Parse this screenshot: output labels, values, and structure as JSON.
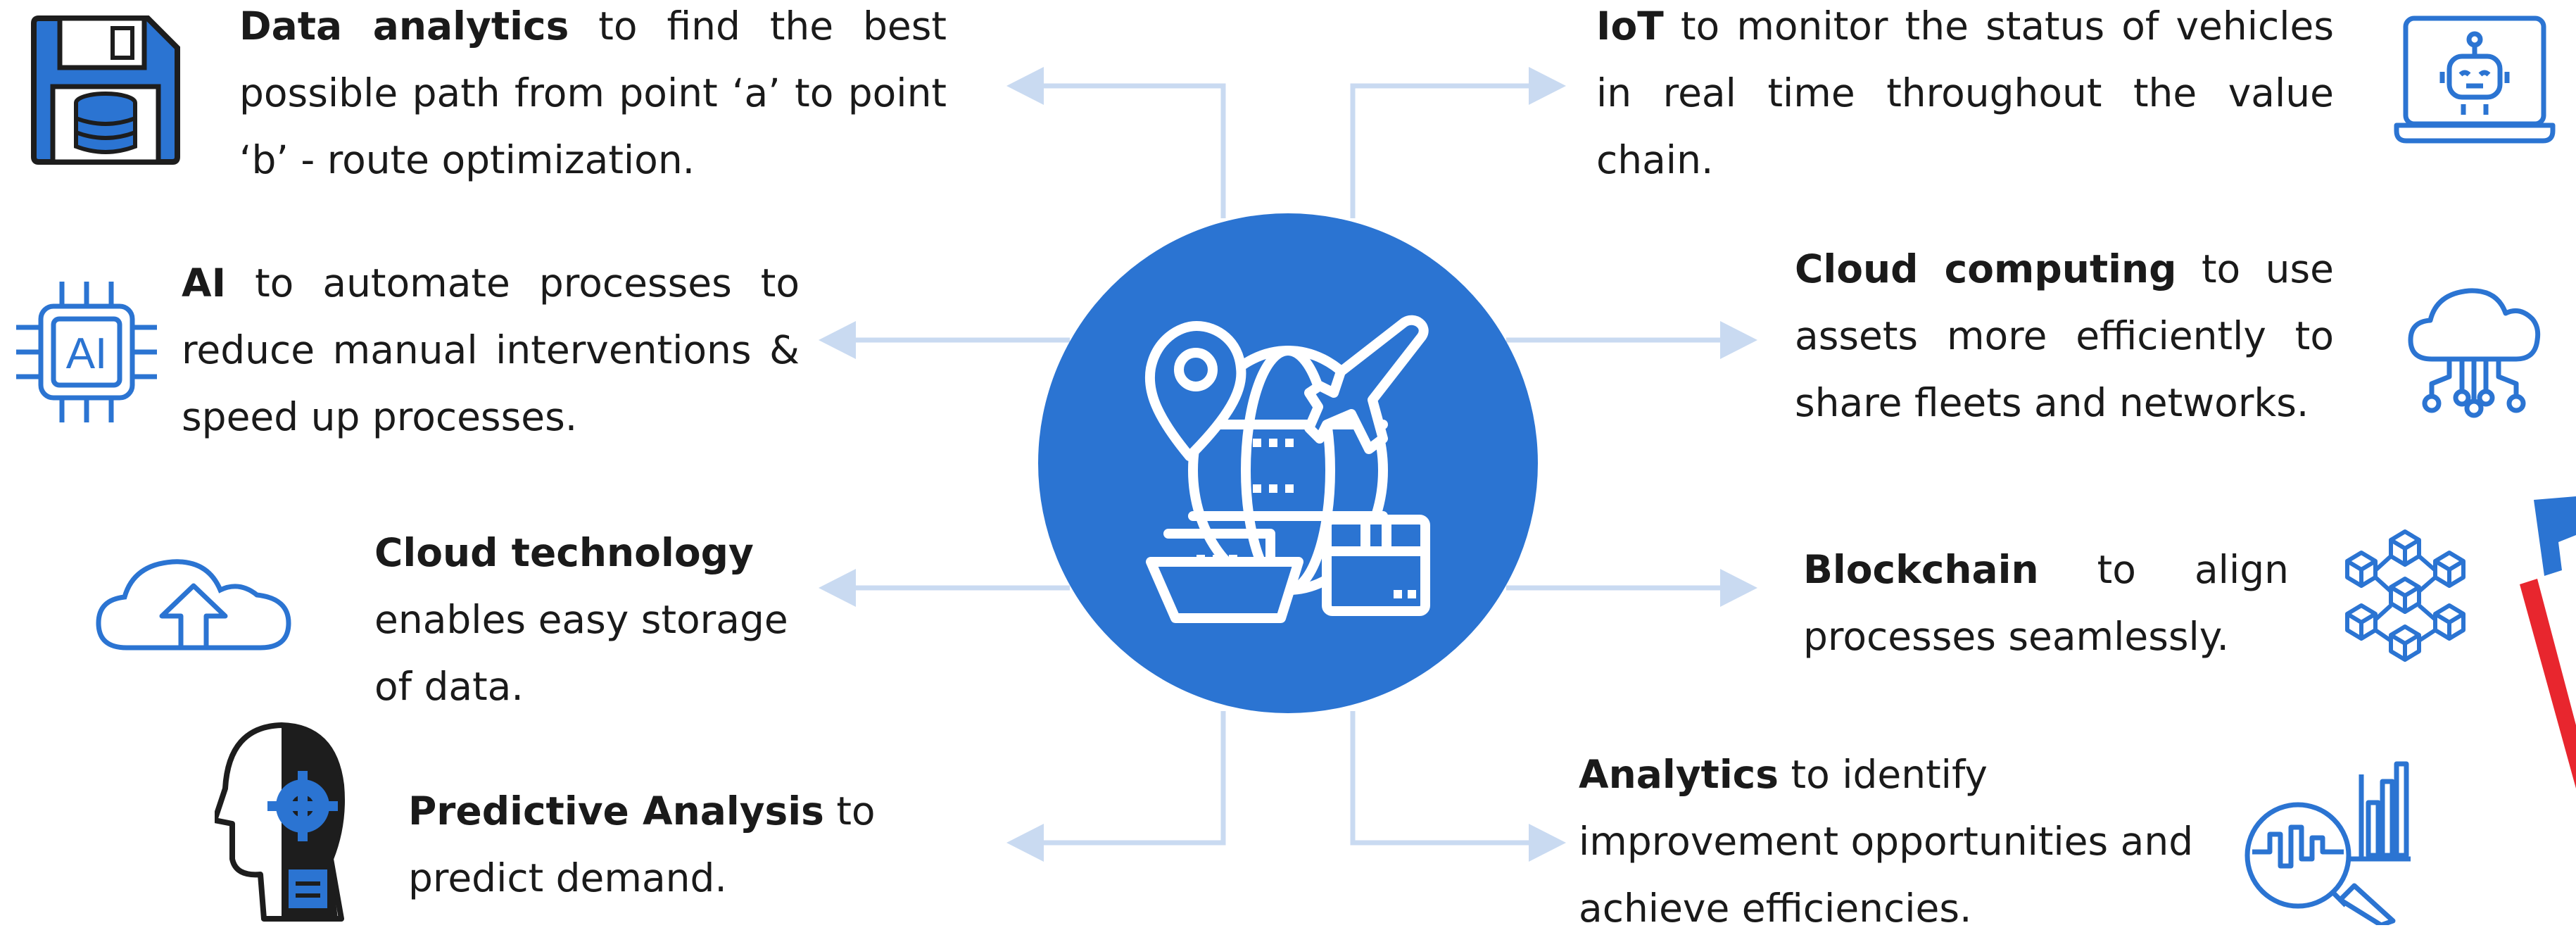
{
  "colors": {
    "accent": "#2B74D2",
    "connector": "#C9DAF1",
    "text": "#1a1a1a",
    "icon_dark": "#1d1d1d"
  },
  "center": {
    "icon": "global-logistics-icon"
  },
  "items_left": [
    {
      "icon": "floppy-database-icon",
      "bold": "Data analytics",
      "text": " to find the best possible path from point ‘a’ to point ‘b’ - route optimization."
    },
    {
      "icon": "ai-chip-icon",
      "bold": "AI",
      "text": " to automate processes to reduce manual interventions & speed up processes."
    },
    {
      "icon": "cloud-upload-icon",
      "bold": "Cloud technology",
      "text": " enables easy storage of data."
    },
    {
      "icon": "ai-head-gear-icon",
      "bold": "Predictive Analysis",
      "text": " to predict demand."
    }
  ],
  "items_right": [
    {
      "icon": "laptop-robot-icon",
      "bold": "IoT",
      "text": " to monitor the status of vehicles in real time throughout the value chain."
    },
    {
      "icon": "cloud-network-icon",
      "bold": "Cloud computing",
      "text": " to use assets more efficiently to share fleets and networks."
    },
    {
      "icon": "blockchain-icon",
      "bold": "Blockchain",
      "text": " to align processes seamlessly."
    },
    {
      "icon": "analytics-magnifier-icon",
      "bold": "Analytics",
      "text": "  to identify improvement opportunities and achieve efficiencies."
    }
  ],
  "decoration": {
    "icon": "partial-logo-icon"
  }
}
